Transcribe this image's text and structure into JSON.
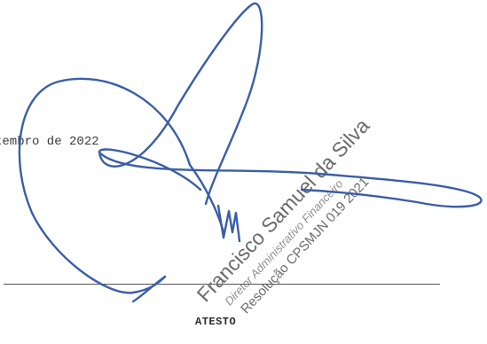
{
  "document": {
    "date_text": "tembro de 2022",
    "attest_label": "ATESTO"
  },
  "stamp": {
    "name": "Francisco Samuel da Silva",
    "role": "Diretor Administrativo Financeiro",
    "resolution": "Resolução CPSMJN 019 2021",
    "color": "#6b6b6b"
  },
  "signature": {
    "ink_color": "#3a5ea8"
  }
}
